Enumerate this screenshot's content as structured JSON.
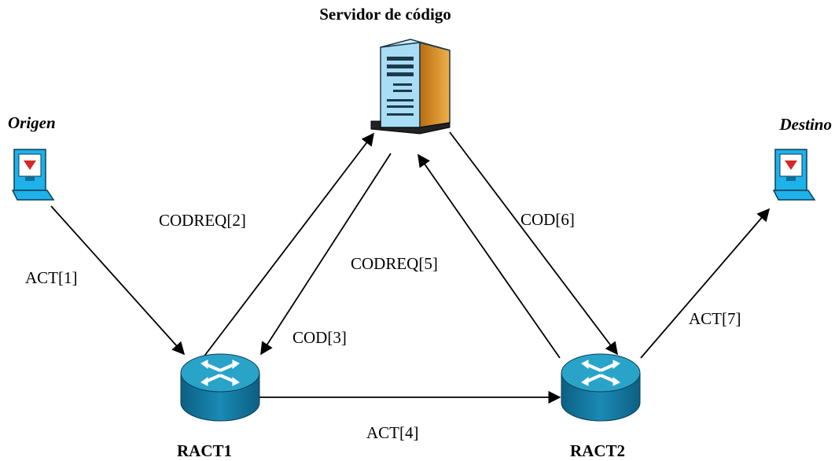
{
  "nodes": {
    "server": {
      "label": "Servidor de código",
      "icon": "server-icon"
    },
    "origin": {
      "label": "Origen",
      "icon": "computer-icon"
    },
    "destination": {
      "label": "Destino",
      "icon": "computer-icon"
    },
    "ract1": {
      "label": "RACT1",
      "icon": "router-icon"
    },
    "ract2": {
      "label": "RACT2",
      "icon": "router-icon"
    }
  },
  "messages": {
    "act1": "ACT[1]",
    "codreq2": "CODREQ[2]",
    "cod3": "COD[3]",
    "act4": "ACT[4]",
    "codreq5": "CODREQ[5]",
    "cod6": "COD[6]",
    "act7": "ACT[7]"
  },
  "colors": {
    "router_top": "#2aa3c9",
    "router_side": "#137aa0",
    "server_front": "#a9dcf5",
    "server_side": "#d98d1e",
    "screen": "#2ab4e8"
  }
}
